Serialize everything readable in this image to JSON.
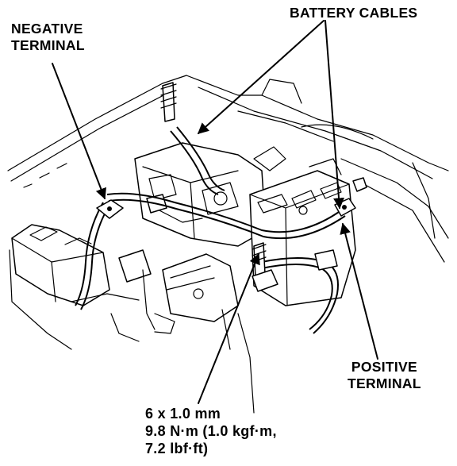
{
  "labels": {
    "negative_terminal_line1": "NEGATIVE",
    "negative_terminal_line2": "TERMINAL",
    "battery_cables": "BATTERY CABLES",
    "positive_terminal_line1": "POSITIVE",
    "positive_terminal_line2": "TERMINAL"
  },
  "bolt_spec": {
    "size": "6 x 1.0 mm",
    "torque_line1": "9.8 N·m (1.0 kgf·m,",
    "torque_line2": "7.2 lbf·ft)"
  },
  "colors": {
    "ink": "#000000",
    "paper": "#ffffff"
  }
}
